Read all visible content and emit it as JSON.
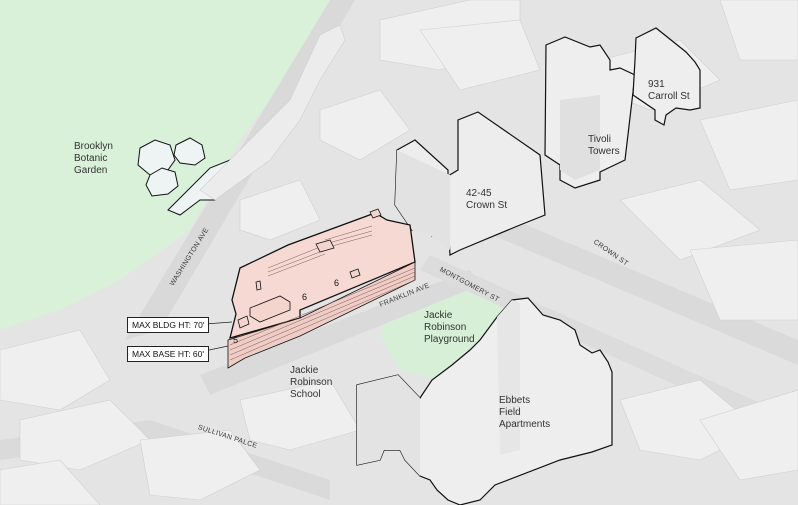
{
  "map": {
    "colors": {
      "park": "#d9f0d9",
      "ground": "#e4e4e4",
      "building": "#efefef",
      "building_shade": "#d6d6d6",
      "proposed": "#f6d9d3",
      "proposed_shade": "#e9c3bb",
      "outline": "#111111"
    },
    "landmarks": [
      {
        "id": "botanic",
        "label": "Brooklyn\nBotanic\nGarden"
      },
      {
        "id": "crown42",
        "label": "42-45\nCrown St"
      },
      {
        "id": "tivoli",
        "label": "Tivoli\nTowers"
      },
      {
        "id": "carroll",
        "label": "931\nCarroll St"
      },
      {
        "id": "playground",
        "label": "Jackie\nRobinson\nPlayground"
      },
      {
        "id": "school",
        "label": "Jackie\nRobinson\nSchool"
      },
      {
        "id": "ebbets",
        "label": "Ebbets\nField\nApartments"
      }
    ],
    "streets": [
      {
        "id": "washington",
        "label": "WASHINGTON AVE"
      },
      {
        "id": "franklin",
        "label": "FRANKLIN AVE"
      },
      {
        "id": "montgomery",
        "label": "MONTGOMERY ST"
      },
      {
        "id": "crown",
        "label": "CROWN ST"
      },
      {
        "id": "sullivan",
        "label": "SULLIVAN PALCE"
      }
    ],
    "callouts": {
      "max_bldg": "MAX BLDG HT: 70'",
      "max_base": "MAX BASE HT: 60'"
    },
    "story_counts": [
      "6",
      "6",
      "5"
    ]
  }
}
